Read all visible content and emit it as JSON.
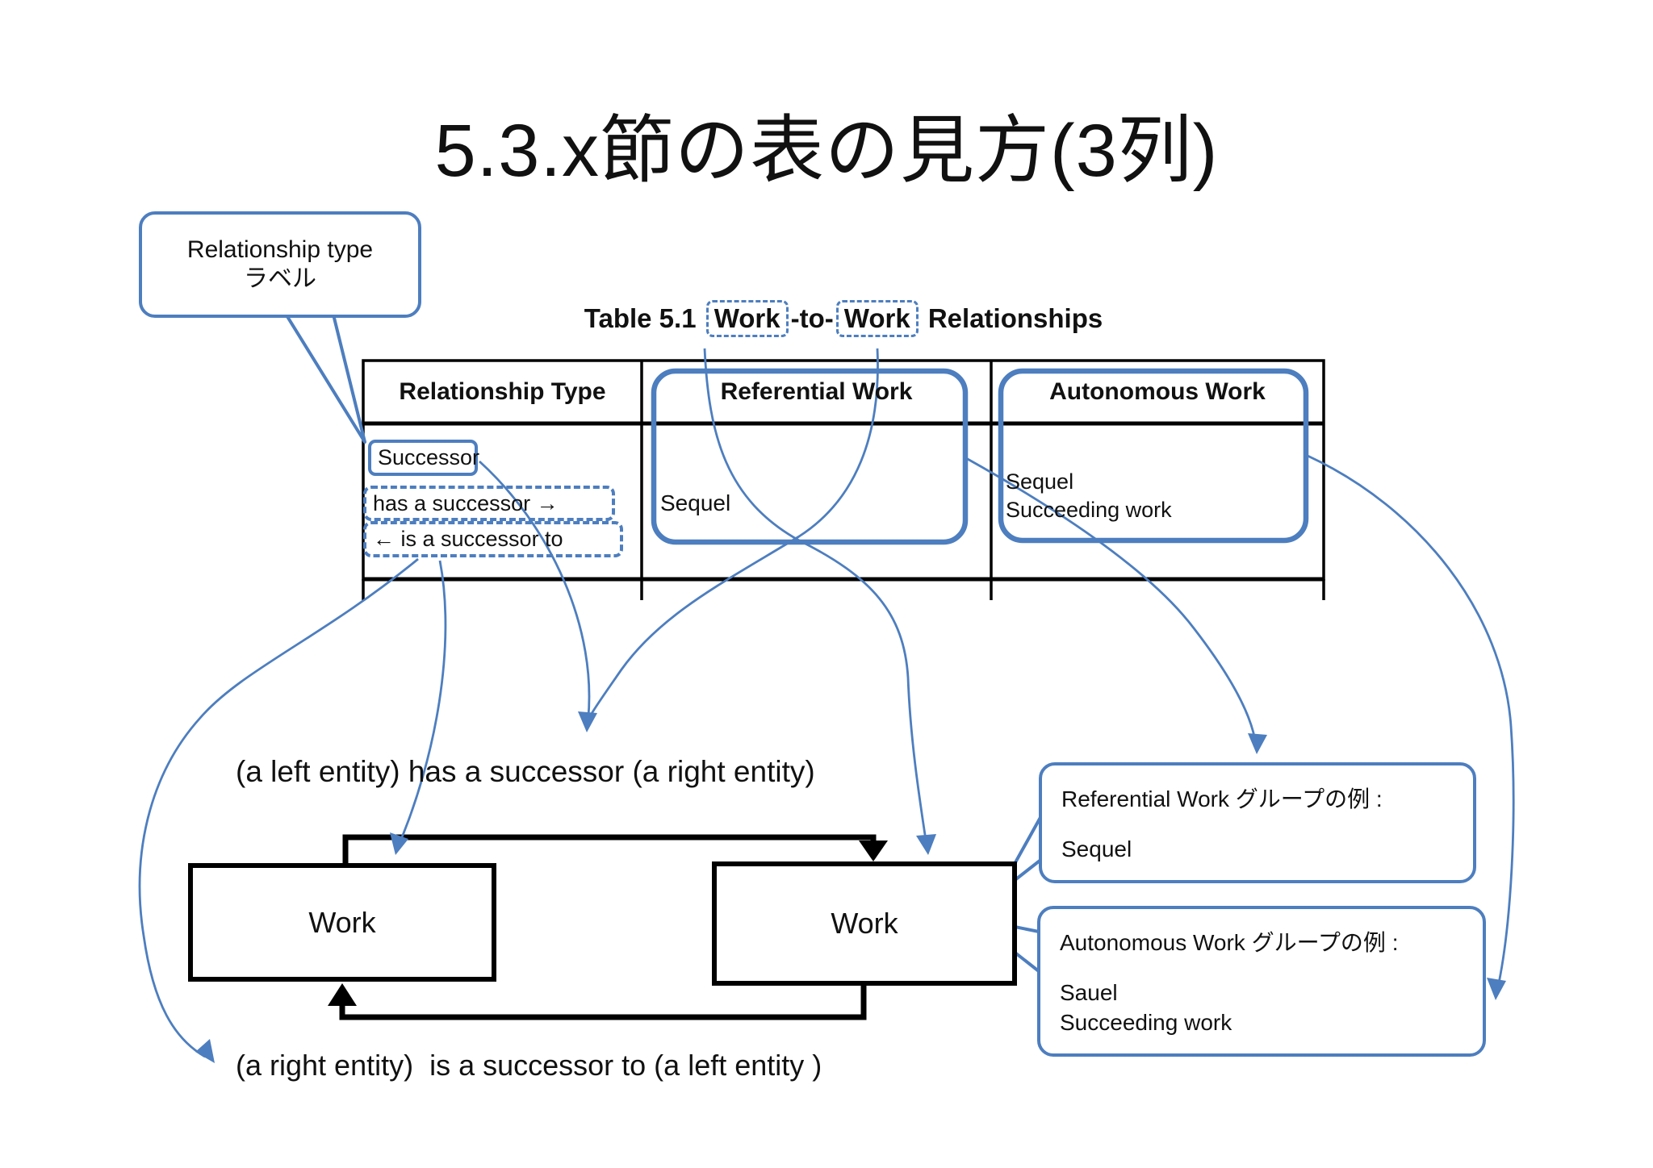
{
  "colors": {
    "accent": "#4d7ebf",
    "ink": "#111111"
  },
  "page": {
    "title": "5.3.x節の表の見方(3列)"
  },
  "relationship_type_callout": {
    "line1": "Relationship type",
    "line2": "ラベル"
  },
  "table": {
    "caption": {
      "prefix": "Table 5.1 ",
      "work1": "Work",
      "separator": "-to-",
      "work2": "Work",
      "suffix": " Relationships"
    },
    "headers": [
      "Relationship Type",
      "Referential Work",
      "Autonomous Work"
    ],
    "row": {
      "relationship_label": "Successor",
      "forward_phrase": "has a successor →",
      "reverse_phrase": "← is a successor to",
      "referential_example": "Sequel",
      "autonomous_examples": [
        "Sequel",
        "Succeeding work"
      ]
    }
  },
  "diagram": {
    "forward_sentence": "(a left entity) has a successor (a right entity)",
    "reverse_sentence": "(a right entity)  is a successor to (a left entity )",
    "left_box_label": "Work",
    "right_box_label": "Work"
  },
  "referential_group_callout": {
    "heading": "Referential Work グループの例 :",
    "items": [
      "Sequel"
    ]
  },
  "autonomous_group_callout": {
    "heading": "Autonomous Work グループの例 :",
    "items": [
      "Sauel",
      "Succeeding work"
    ]
  }
}
